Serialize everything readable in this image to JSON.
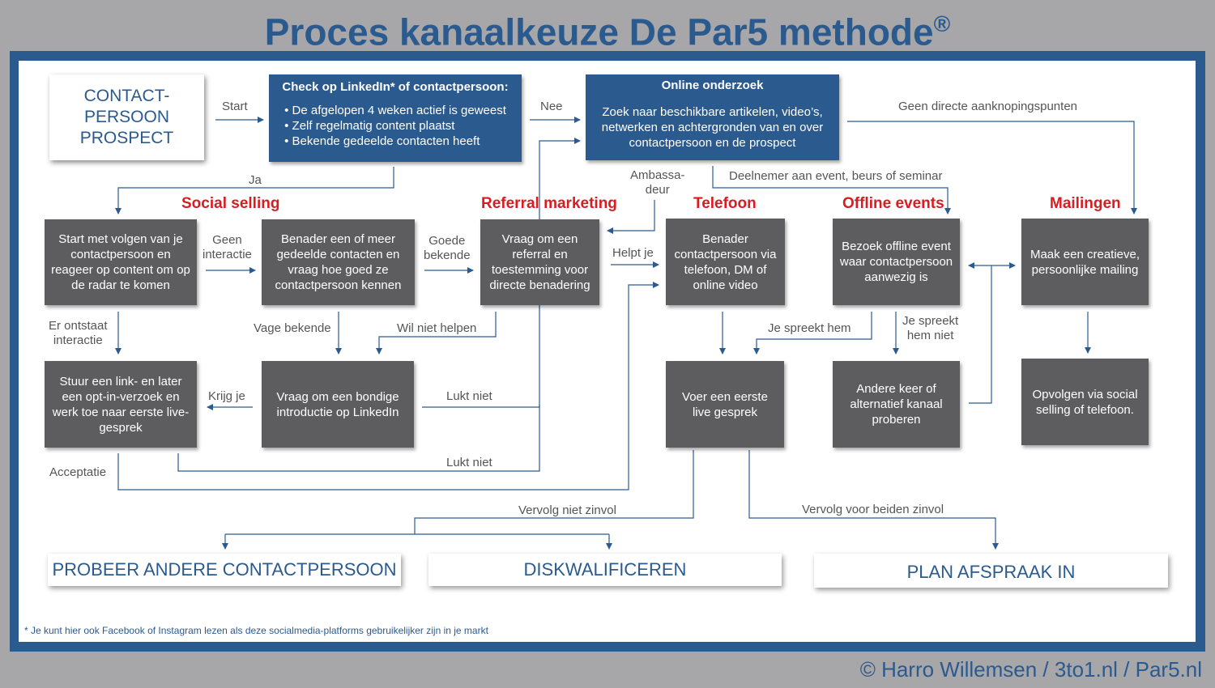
{
  "title": "Proces kanaalkeuze De Par5 methode",
  "title_mark": "®",
  "copyright": "© Harro Willemsen / 3to1.nl / Par5.nl",
  "footnote": "* Je kunt hier ook Facebook of Instagram lezen als deze socialmedia-platforms gebruikelijker zijn in je markt",
  "start_box": {
    "line1": "CONTACT-",
    "line2": "PERSOON",
    "line3": "PROSPECT"
  },
  "linkedin_check": {
    "title": "Check op LinkedIn* of contactpersoon:",
    "items": [
      "De afgelopen 4 weken actief is geweest",
      "Zelf regelmatig content plaatst",
      "Bekende gedeelde contacten heeft"
    ]
  },
  "online_research": {
    "title": "Online onderzoek",
    "text": "Zoek naar beschikbare artikelen, video’s, netwerken en achtergronden van en over contactpersoon en de prospect"
  },
  "headings": {
    "social_selling": "Social selling",
    "referral": "Referral marketing",
    "telefoon": "Telefoon",
    "offline": "Offline events",
    "mailingen": "Mailingen"
  },
  "boxes": {
    "follow": "Start met volgen van je contactpersoon en reageer op content om op de radar te komen",
    "approach_shared": "Benader een of meer gedeelde contacten en vraag hoe goed ze contactpersoon kennen",
    "ask_referral": "Vraag om een referral en toestemming voor directe benadering",
    "phone": "Benader contactpersoon via telefoon, DM of online video",
    "visit_event": "Bezoek offline event waar contactpersoon aanwezig is",
    "mailing": "Maak een creatieve, persoonlijke mailing",
    "send_link": "Stuur een link- en later een opt-in-verzoek en werk toe naar eerste live-gesprek",
    "ask_intro": "Vraag om een bondige introductie op LinkedIn",
    "first_live": "Voer een eerste live gesprek",
    "other_channel": "Andere keer of alternatief kanaal proberen",
    "follow_up": "Opvolgen via social selling of telefoon."
  },
  "labels": {
    "start": "Start",
    "nee": "Nee",
    "ja": "Ja",
    "geen_directe": "Geen directe aanknopingspunten",
    "ambassadeur_1": "Ambassa-",
    "ambassadeur_2": "deur",
    "deelnemer": "Deelnemer aan event, beurs of seminar",
    "geen_interactie_1": "Geen",
    "geen_interactie_2": "interactie",
    "goede_bekende_1": "Goede",
    "goede_bekende_2": "bekende",
    "helpt_je": "Helpt je",
    "er_ontstaat_1": "Er ontstaat",
    "er_ontstaat_2": "interactie",
    "vage_bekende": "Vage bekende",
    "wil_niet_helpen": "Wil niet helpen",
    "je_spreekt_hem": "Je spreekt hem",
    "je_spreekt_niet_1": "Je spreekt",
    "je_spreekt_niet_2": "hem niet",
    "krijg_je": "Krijg je",
    "lukt_niet_1": "Lukt niet",
    "lukt_niet_2": "Lukt niet",
    "acceptatie": "Acceptatie",
    "vervolg_niet": "Vervolg niet zinvol",
    "vervolg_beiden": "Vervolg voor beiden zinvol"
  },
  "results": {
    "other_contact": "PROBEER ANDERE CONTACTPERSOON",
    "disqualify": "DISKWALIFICEREN",
    "plan": "PLAN AFSPRAAK IN"
  },
  "colors": {
    "blue": "#2b5a8f",
    "gray_box": "#5d5d5f",
    "red": "#d71d22",
    "background": "#a7a6a8"
  }
}
